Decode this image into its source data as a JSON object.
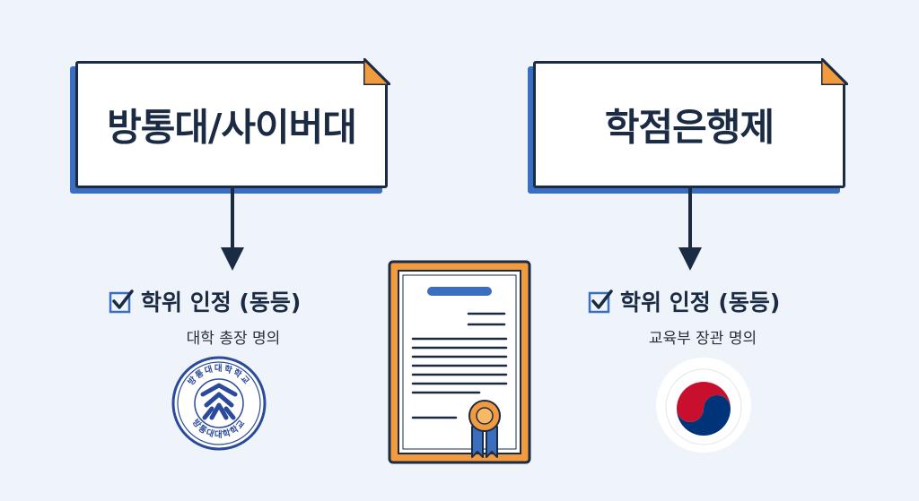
{
  "left": {
    "title": "방통대/사이버대",
    "degree_label": "학위 인정 (동등)",
    "issuer": "대학 총장 명의",
    "seal_text": "방통대대학학교"
  },
  "right": {
    "title": "학점은행제",
    "degree_label": "학위 인정 (동등)",
    "issuer": "교육부 장관 명의"
  },
  "colors": {
    "navy": "#1c2b44",
    "blue_accent": "#3a6fbf",
    "orange": "#f19a3e",
    "seal_blue": "#2a4a9c",
    "taegeuk_red": "#c8102e",
    "taegeuk_blue": "#003478",
    "background": "#eef4fa"
  },
  "icons": {
    "check": "checkbox-check-icon",
    "certificate": "certificate-icon",
    "ribbon": "ribbon-medal-icon"
  }
}
